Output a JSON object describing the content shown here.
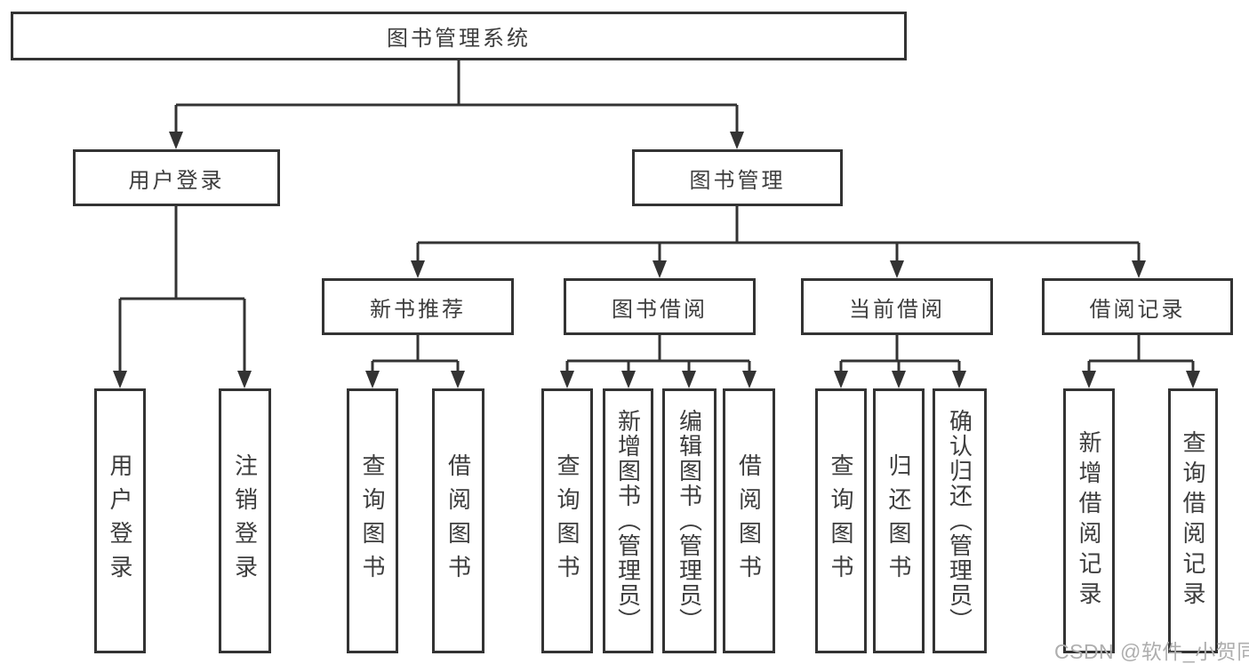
{
  "diagram": {
    "root": {
      "label": "图书管理系统"
    },
    "level2": [
      {
        "id": "user-login",
        "label": "用户登录"
      },
      {
        "id": "book-management",
        "label": "图书管理"
      }
    ],
    "level3": [
      {
        "id": "new-book-recommend",
        "label": "新书推荐"
      },
      {
        "id": "book-borrowing",
        "label": "图书借阅"
      },
      {
        "id": "current-borrowing",
        "label": "当前借阅"
      },
      {
        "id": "borrowing-records",
        "label": "借阅记录"
      }
    ],
    "leaves": [
      {
        "id": "user-login-action",
        "label": "用户登录"
      },
      {
        "id": "logout",
        "label": "注销登录"
      },
      {
        "id": "query-books-rec",
        "label": "查询图书"
      },
      {
        "id": "borrow-books-rec",
        "label": "借阅图书"
      },
      {
        "id": "query-books-borrow",
        "label": "查询图书"
      },
      {
        "id": "add-books-admin",
        "label": "新增图书（管理员）"
      },
      {
        "id": "edit-books-admin",
        "label": "编辑图书（管理员）"
      },
      {
        "id": "borrow-books-borrow",
        "label": "借阅图书"
      },
      {
        "id": "query-books-current",
        "label": "查询图书"
      },
      {
        "id": "return-books",
        "label": "归还图书"
      },
      {
        "id": "confirm-return-admin",
        "label": "确认归还（管理员）"
      },
      {
        "id": "add-borrow-record",
        "label": "新增借阅记录"
      },
      {
        "id": "query-borrow-record",
        "label": "查询借阅记录"
      }
    ],
    "watermark": "CSDN @软件_小贺同学",
    "colors": {
      "line": "#333333",
      "text": "#3d3d3d",
      "watermark": "#aeaeae",
      "background": "#ffffff"
    }
  }
}
